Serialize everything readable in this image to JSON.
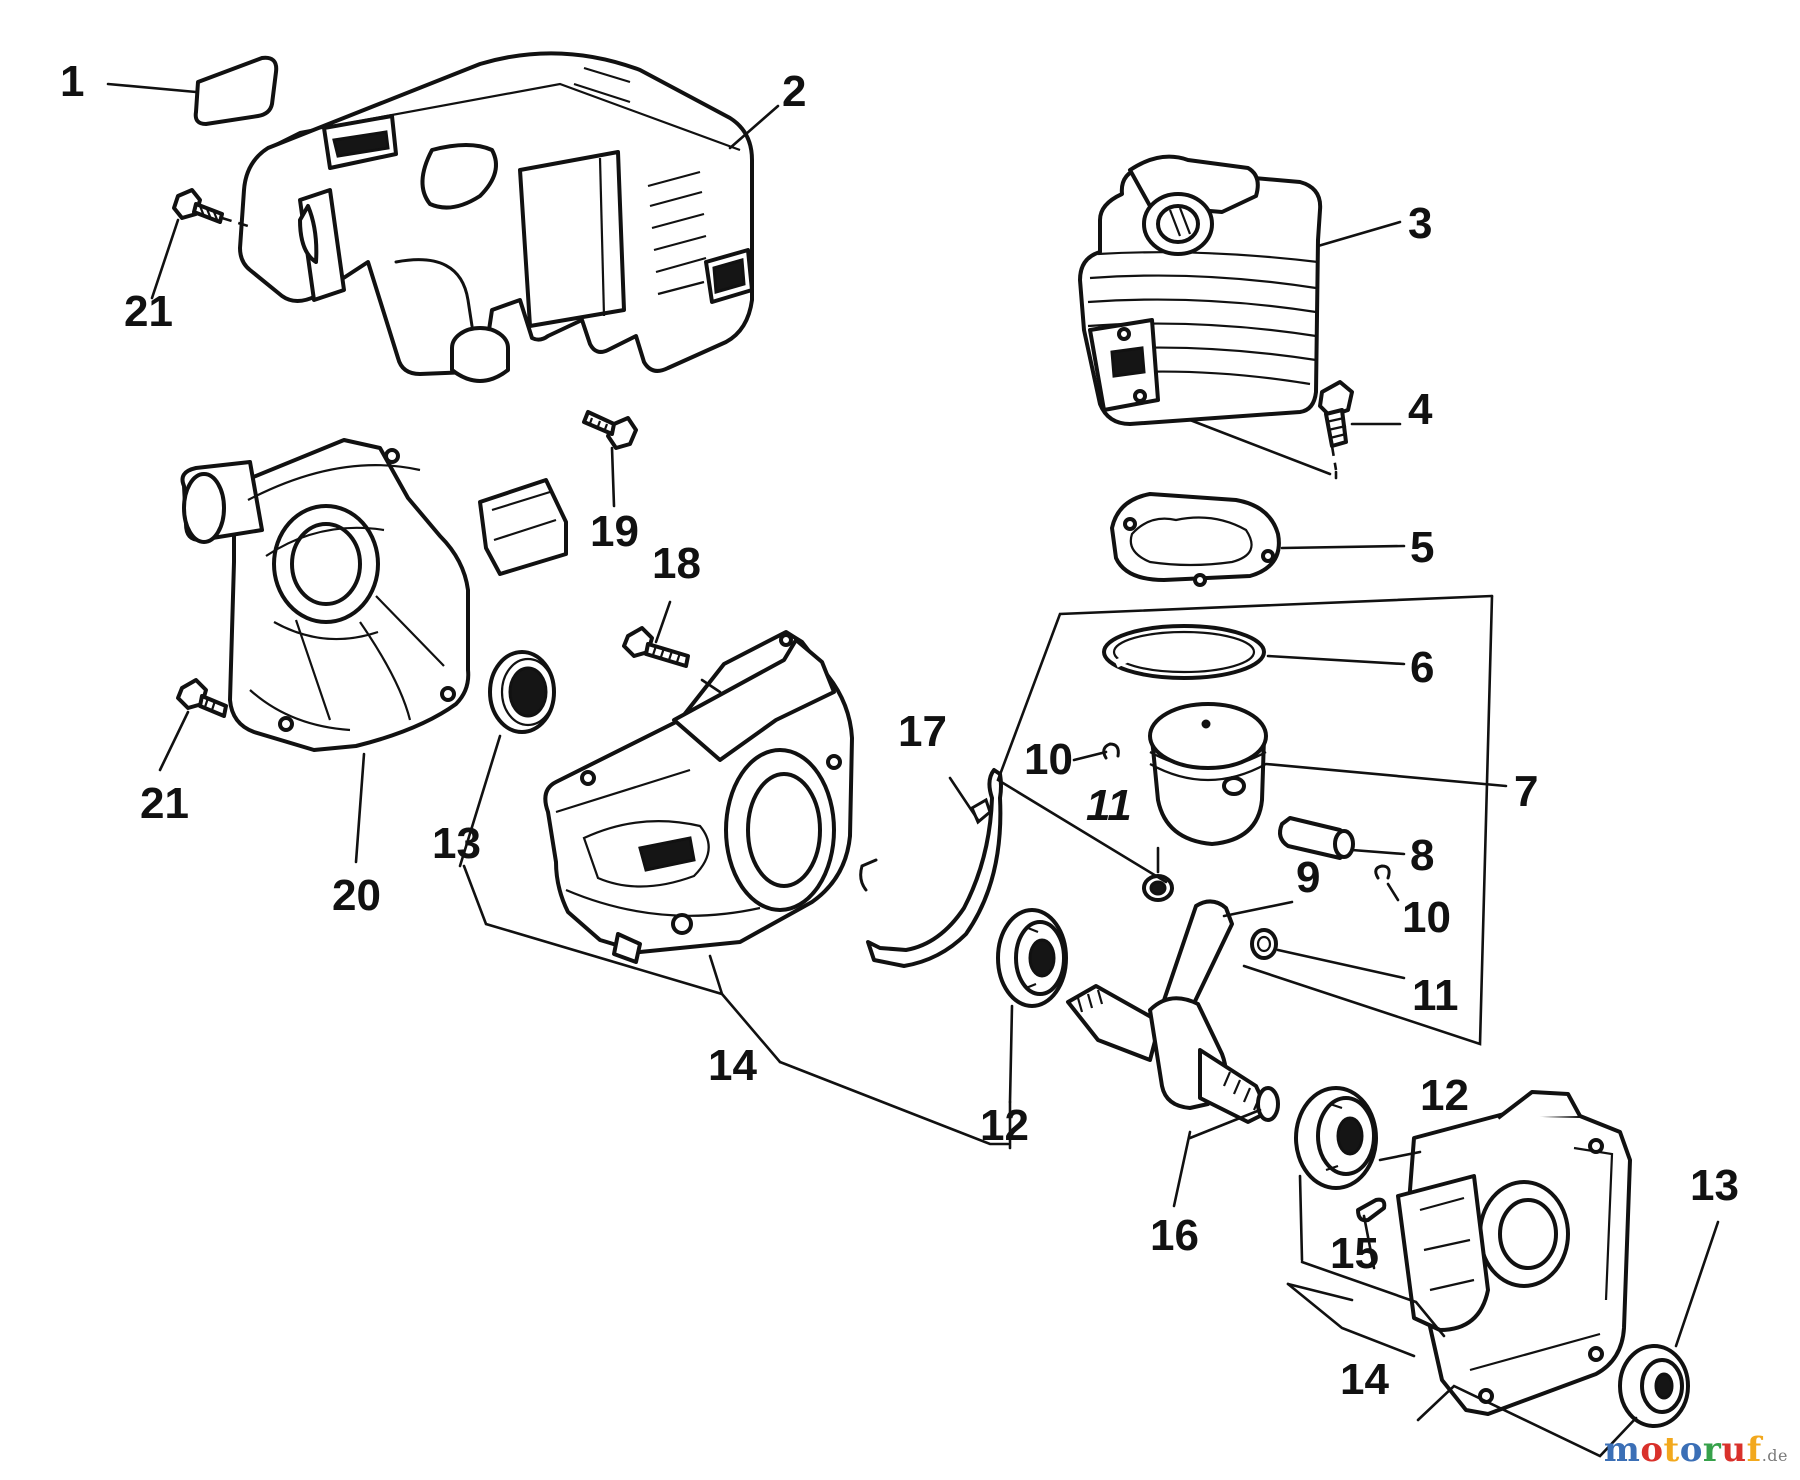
{
  "diagram": {
    "callouts": [
      {
        "id": "c1",
        "text": "1"
      },
      {
        "id": "c2",
        "text": "2"
      },
      {
        "id": "c3",
        "text": "3"
      },
      {
        "id": "c4",
        "text": "4"
      },
      {
        "id": "c5",
        "text": "5"
      },
      {
        "id": "c6",
        "text": "6"
      },
      {
        "id": "c7",
        "text": "7"
      },
      {
        "id": "c8",
        "text": "8"
      },
      {
        "id": "c9",
        "text": "9"
      },
      {
        "id": "c10a",
        "text": "10"
      },
      {
        "id": "c10b",
        "text": "10"
      },
      {
        "id": "c11a",
        "text": "11"
      },
      {
        "id": "c11b",
        "text": "11"
      },
      {
        "id": "c12a",
        "text": "12"
      },
      {
        "id": "c12b",
        "text": "12"
      },
      {
        "id": "c13a",
        "text": "13"
      },
      {
        "id": "c13b",
        "text": "13"
      },
      {
        "id": "c14a",
        "text": "14"
      },
      {
        "id": "c14b",
        "text": "14"
      },
      {
        "id": "c15",
        "text": "15"
      },
      {
        "id": "c16",
        "text": "16"
      },
      {
        "id": "c17",
        "text": "17"
      },
      {
        "id": "c18",
        "text": "18"
      },
      {
        "id": "c19",
        "text": "19"
      },
      {
        "id": "c20",
        "text": "20"
      },
      {
        "id": "c21a",
        "text": "21"
      },
      {
        "id": "c21b",
        "text": "21"
      }
    ]
  },
  "watermark": {
    "letters": [
      {
        "ch": "m",
        "color": "#3b6fb6"
      },
      {
        "ch": "o",
        "color": "#d9312b"
      },
      {
        "ch": "t",
        "color": "#f2a81d"
      },
      {
        "ch": "o",
        "color": "#3b6fb6"
      },
      {
        "ch": "r",
        "color": "#36a14a"
      },
      {
        "ch": "u",
        "color": "#d9312b"
      },
      {
        "ch": "f",
        "color": "#f2a81d"
      }
    ],
    "suffix": ".de"
  }
}
